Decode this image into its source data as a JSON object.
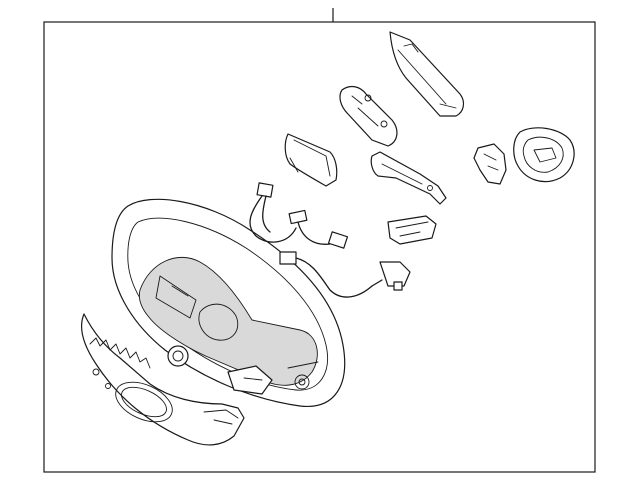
{
  "diagram": {
    "kind": "exploded-parts-line-drawing",
    "line_color": "#1a1a1a",
    "background": "#ffffff",
    "parts": [
      {
        "id": "steering-wheel"
      },
      {
        "id": "lower-bezel-cover"
      },
      {
        "id": "wiring-harness"
      },
      {
        "id": "left-switch-trim"
      },
      {
        "id": "upper-switch-module"
      },
      {
        "id": "long-trim-panel"
      },
      {
        "id": "center-switch-bracket"
      },
      {
        "id": "small-connector-block"
      },
      {
        "id": "paddle-switch"
      },
      {
        "id": "round-switch-bezel"
      }
    ]
  }
}
